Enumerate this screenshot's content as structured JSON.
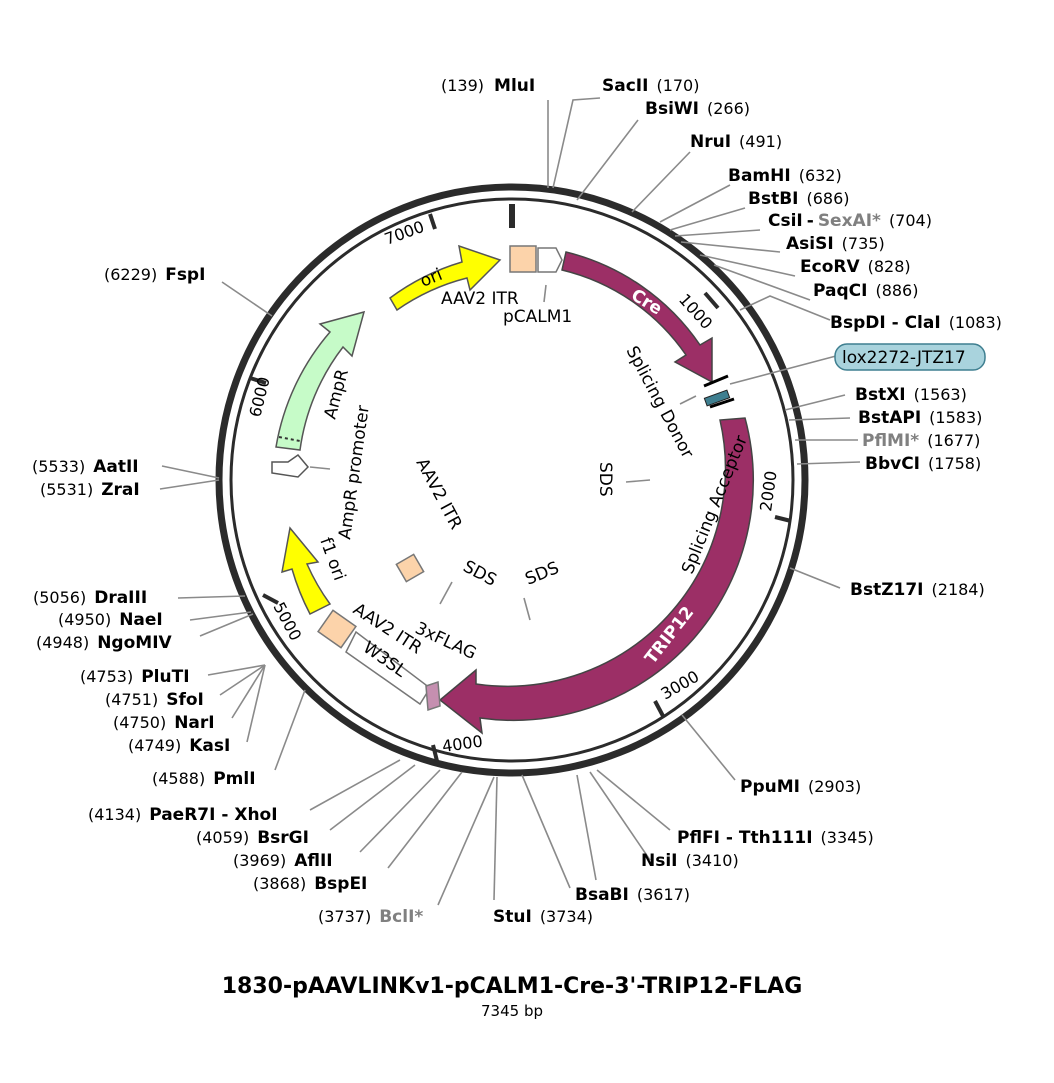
{
  "map": {
    "title": "1830-pAAVLINKv1-pCALM1-Cre-3'-TRIP12-FLAG",
    "length_label": "7345 bp",
    "length_bp": 7345,
    "ticks": [
      {
        "bp": 0,
        "label": ""
      },
      {
        "bp": 1000,
        "label": "1000"
      },
      {
        "bp": 2000,
        "label": "2000"
      },
      {
        "bp": 3000,
        "label": "3000"
      },
      {
        "bp": 4000,
        "label": "4000"
      },
      {
        "bp": 5000,
        "label": "5000"
      },
      {
        "bp": 6000,
        "label": "6000"
      },
      {
        "bp": 7000,
        "label": "7000"
      }
    ],
    "colors": {
      "cre": "#9c2f66",
      "trip12": "#9c2f66",
      "ori": "#ffff00",
      "ampr": "#c6fbc8",
      "itr": "#fcd3aa",
      "flag": "#c58fb0",
      "lox": "#a9d3dd",
      "backbone": "#2b2b2b"
    },
    "features": [
      {
        "id": "cre",
        "label": "Cre",
        "kind": "arrow"
      },
      {
        "id": "trip12",
        "label": "TRIP12",
        "kind": "arrow"
      },
      {
        "id": "ori",
        "label": "ori",
        "kind": "arrow"
      },
      {
        "id": "ampr",
        "label": "AmpR",
        "kind": "arrow"
      },
      {
        "id": "f1ori",
        "label": "f1 ori",
        "kind": "arrow"
      },
      {
        "id": "w3sl",
        "label": "W3SL",
        "kind": "box"
      },
      {
        "id": "itr1",
        "label": "AAV2 ITR",
        "kind": "box"
      },
      {
        "id": "itr2",
        "label": "AAV2 ITR",
        "kind": "box"
      },
      {
        "id": "itr3",
        "label": "AAV2 ITR",
        "kind": "box"
      },
      {
        "id": "pcalm1",
        "label": "pCALM1",
        "kind": "arrow"
      },
      {
        "id": "ampr_promoter",
        "label": "AmpR promoter",
        "kind": "arrow"
      },
      {
        "id": "flag",
        "label": "3xFLAG",
        "kind": "box"
      },
      {
        "id": "lox",
        "label": "lox2272-JTZ17",
        "kind": "site"
      }
    ],
    "inner_labels": {
      "splicing_donor": "Splicing Donor",
      "splicing_acceptor": "Splicing Acceptor",
      "sds1": "SDS",
      "sds2": "SDS",
      "sds3": "SDS"
    },
    "sites": [
      {
        "name": "MluI",
        "pos": "(139)",
        "gray": false
      },
      {
        "name": "SacII",
        "pos": "(170)",
        "gray": false
      },
      {
        "name": "BsiWI",
        "pos": "(266)",
        "gray": false
      },
      {
        "name": "NruI",
        "pos": "(491)",
        "gray": false
      },
      {
        "name": "BamHI",
        "pos": "(632)",
        "gray": false
      },
      {
        "name": "BstBI",
        "pos": "(686)",
        "gray": false
      },
      {
        "name": "CsiI",
        "name2": "SexAI*",
        "pos": "(704)",
        "gray": false
      },
      {
        "name": "AsiSI",
        "pos": "(735)",
        "gray": false
      },
      {
        "name": "EcoRV",
        "pos": "(828)",
        "gray": false
      },
      {
        "name": "PaqCI",
        "pos": "(886)",
        "gray": false
      },
      {
        "name": "BspDI - ClaI",
        "pos": "(1083)",
        "gray": false
      },
      {
        "name": "BstXI",
        "pos": "(1563)",
        "gray": false
      },
      {
        "name": "BstAPI",
        "pos": "(1583)",
        "gray": false
      },
      {
        "name": "PflMI*",
        "pos": "(1677)",
        "gray": true
      },
      {
        "name": "BbvCI",
        "pos": "(1758)",
        "gray": false
      },
      {
        "name": "BstZ17I",
        "pos": "(2184)",
        "gray": false
      },
      {
        "name": "PpuMI",
        "pos": "(2903)",
        "gray": false
      },
      {
        "name": "PflFI - Tth111I",
        "pos": "(3345)",
        "gray": false
      },
      {
        "name": "NsiI",
        "pos": "(3410)",
        "gray": false
      },
      {
        "name": "BsaBI",
        "pos": "(3617)",
        "gray": false
      },
      {
        "name": "StuI",
        "pos": "(3734)",
        "gray": false
      },
      {
        "name": "BclI*",
        "pos": "(3737)",
        "gray": true
      },
      {
        "name": "BspEI",
        "pos": "(3868)",
        "gray": false
      },
      {
        "name": "AflII",
        "pos": "(3969)",
        "gray": false
      },
      {
        "name": "BsrGI",
        "pos": "(4059)",
        "gray": false
      },
      {
        "name": "PaeR7I - XhoI",
        "pos": "(4134)",
        "gray": false
      },
      {
        "name": "PmlI",
        "pos": "(4588)",
        "gray": false
      },
      {
        "name": "KasI",
        "pos": "(4749)",
        "gray": false
      },
      {
        "name": "NarI",
        "pos": "(4750)",
        "gray": false
      },
      {
        "name": "SfoI",
        "pos": "(4751)",
        "gray": false
      },
      {
        "name": "PluTI",
        "pos": "(4753)",
        "gray": false
      },
      {
        "name": "NgoMIV",
        "pos": "(4948)",
        "gray": false
      },
      {
        "name": "NaeI",
        "pos": "(4950)",
        "gray": false
      },
      {
        "name": "DraIII",
        "pos": "(5056)",
        "gray": false
      },
      {
        "name": "ZraI",
        "pos": "(5531)",
        "gray": false
      },
      {
        "name": "AatII",
        "pos": "(5533)",
        "gray": false
      },
      {
        "name": "FspI",
        "pos": "(6229)",
        "gray": false
      }
    ]
  }
}
